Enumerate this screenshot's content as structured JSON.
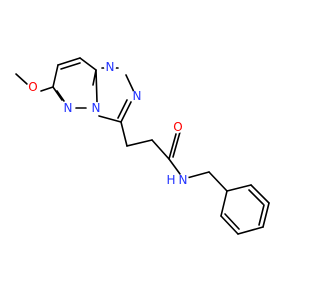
{
  "molecule": {
    "atoms": [
      {
        "id": "N1",
        "label": "N",
        "color": "#2233ff"
      },
      {
        "id": "N2",
        "label": "N",
        "color": "#2233ff"
      },
      {
        "id": "N3",
        "label": "N",
        "color": "#2233ff"
      },
      {
        "id": "N4",
        "label": "N",
        "color": "#2233ff"
      },
      {
        "id": "O1",
        "label": "O",
        "color": "#ff0000"
      },
      {
        "id": "O2",
        "label": "O",
        "color": "#ff0000"
      },
      {
        "id": "NH",
        "label": "N",
        "color": "#2233ff"
      },
      {
        "id": "H",
        "label": "H",
        "color": "#2233ff"
      }
    ],
    "bond_color": "#000000"
  }
}
